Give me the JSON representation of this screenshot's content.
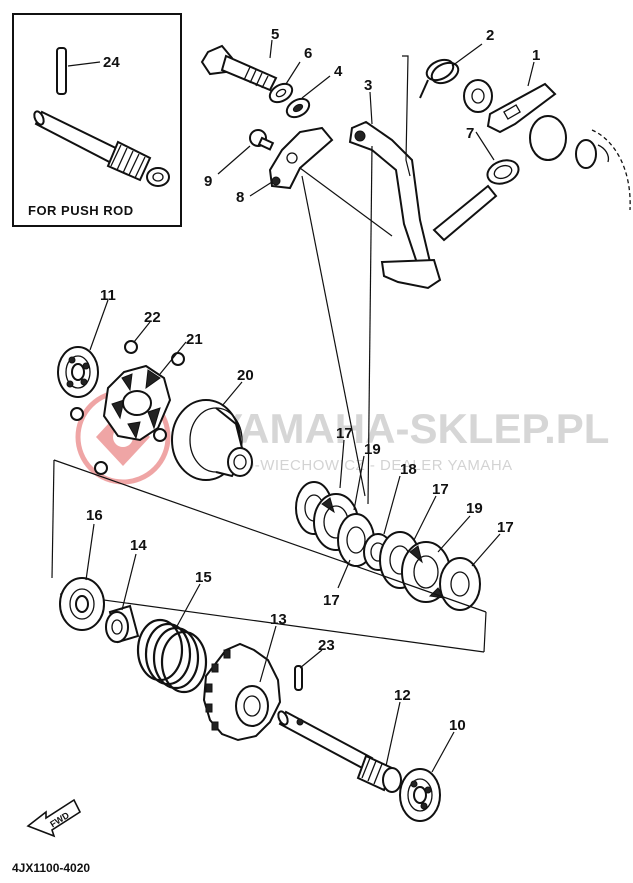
{
  "inset": {
    "label": "FOR PUSH ROD",
    "part_number": "24"
  },
  "diagram_code": "4JX1100-4020",
  "fwd_label": "FWD",
  "watermark": {
    "main": "YAMAHA-SKLEP.PL",
    "sub": "MOTO-WIECHOWICZ - DEALER YAMAHA"
  },
  "callouts": {
    "p1": "1",
    "p2": "2",
    "p3": "3",
    "p4": "4",
    "p5": "5",
    "p6": "6",
    "p7": "7",
    "p8": "8",
    "p9": "9",
    "p10": "10",
    "p11": "11",
    "p12": "12",
    "p13": "13",
    "p14": "14",
    "p15": "15",
    "p16": "16",
    "p17a": "17",
    "p17b": "17",
    "p17c": "17",
    "p17d": "17",
    "p18": "18",
    "p19a": "19",
    "p19b": "19",
    "p20": "20",
    "p21": "21",
    "p22": "22",
    "p23": "23"
  },
  "colors": {
    "ink": "#111111",
    "watermark": "#c9c9c9",
    "logo": "#e35d5d"
  }
}
